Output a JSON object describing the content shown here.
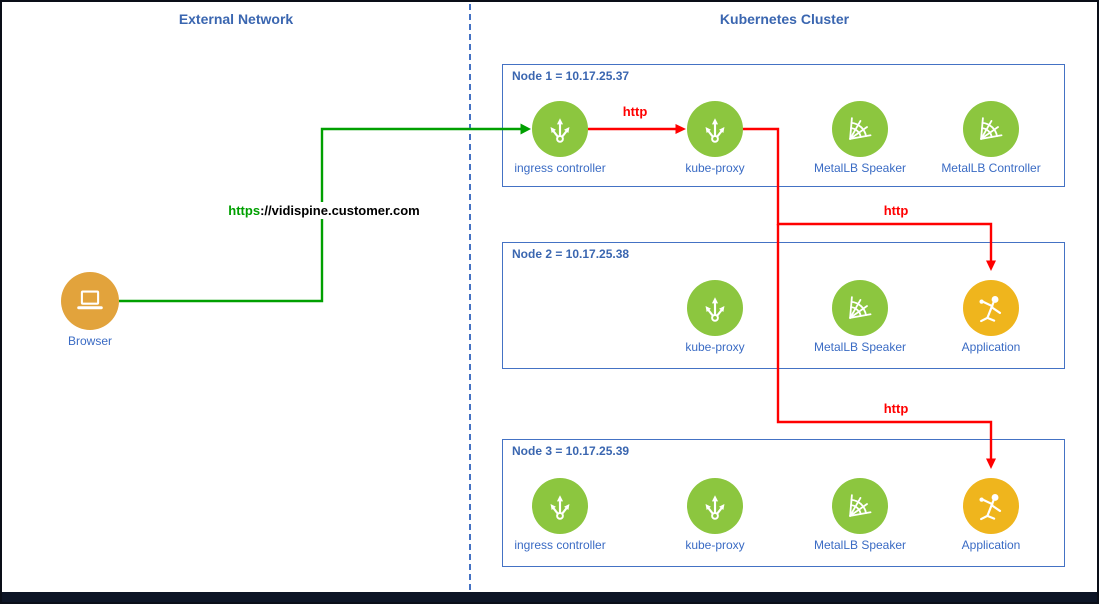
{
  "colors": {
    "node_border": "#4472C4",
    "divider": "#4472C4",
    "heading_text": "#3A66B0",
    "label_text": "#3A6BC4",
    "green_icon_bg": "#8CC63F",
    "gold_icon_bg": "#EFB51D",
    "browser_icon_bg": "#E2A33C",
    "green_arrow": "#00A000",
    "red_arrow": "#FF0000"
  },
  "headings": {
    "external_network": "External Network",
    "kubernetes_cluster": "Kubernetes Cluster"
  },
  "browser": {
    "label": "Browser",
    "icon": "laptop-icon"
  },
  "nodes": [
    {
      "title": "Node 1 = 10.17.25.37",
      "items": [
        {
          "label": "ingress controller",
          "icon": "route-icon",
          "color": "green"
        },
        {
          "label": "kube-proxy",
          "icon": "route-icon",
          "color": "green"
        },
        {
          "label": "MetalLB Speaker",
          "icon": "web-icon",
          "color": "green"
        },
        {
          "label": "MetalLB Controller",
          "icon": "web-icon",
          "color": "green"
        }
      ]
    },
    {
      "title": "Node 2 = 10.17.25.38",
      "items": [
        {
          "label": "kube-proxy",
          "icon": "route-icon",
          "color": "green"
        },
        {
          "label": "MetalLB Speaker",
          "icon": "web-icon",
          "color": "green"
        },
        {
          "label": "Application",
          "icon": "person-icon",
          "color": "gold"
        }
      ]
    },
    {
      "title": "Node 3 = 10.17.25.39",
      "items": [
        {
          "label": "ingress controller",
          "icon": "route-icon",
          "color": "green"
        },
        {
          "label": "kube-proxy",
          "icon": "route-icon",
          "color": "green"
        },
        {
          "label": "MetalLB Speaker",
          "icon": "web-icon",
          "color": "green"
        },
        {
          "label": "Application",
          "icon": "person-icon",
          "color": "gold"
        }
      ]
    }
  ],
  "connections": {
    "https_scheme": "https",
    "https_rest": "://vidispine.customer.com",
    "http_node1": "http",
    "http_node2": "http",
    "http_node3": "http"
  }
}
